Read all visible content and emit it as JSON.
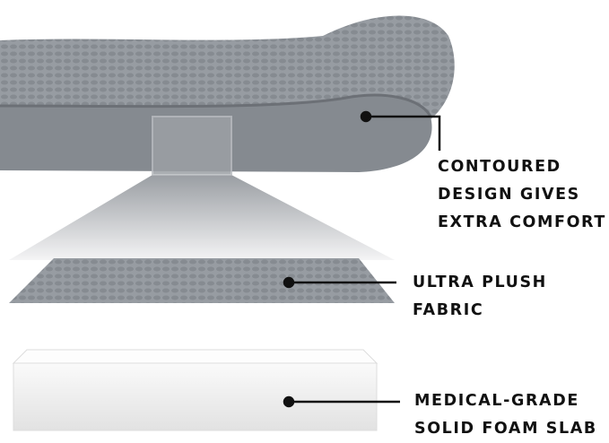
{
  "callouts": [
    {
      "lines": [
        "CONTOURED",
        "DESIGN GIVES",
        "EXTRA COMFORT"
      ]
    },
    {
      "lines": [
        "ULTRA PLUSH",
        "FABRIC"
      ]
    },
    {
      "lines": [
        "MEDICAL-GRADE",
        "SOLID FOAM SLAB"
      ]
    }
  ],
  "colors": {
    "fabric": "#8f949a",
    "side": "#80858b",
    "foam": "#f2f2f2",
    "callout": "#111111"
  }
}
